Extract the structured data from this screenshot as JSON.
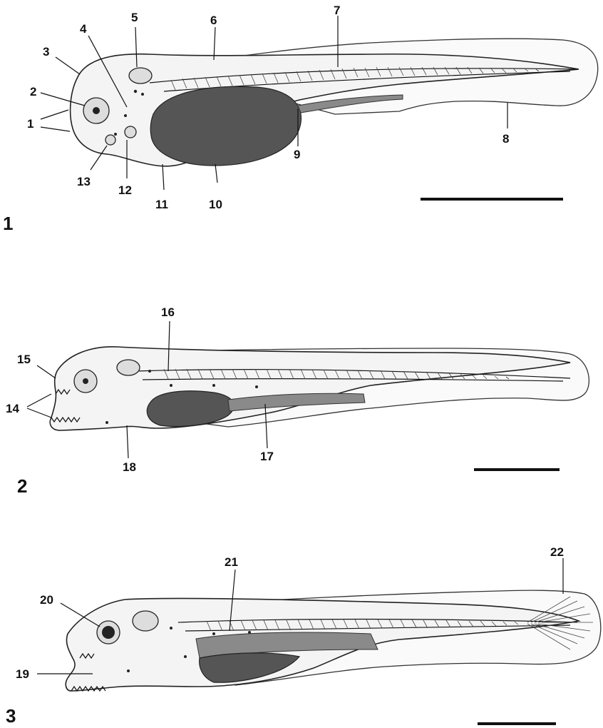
{
  "figures": [
    {
      "number": "1",
      "labels": [
        "1",
        "2",
        "3",
        "4",
        "5",
        "6",
        "7",
        "8",
        "9",
        "10",
        "11",
        "12",
        "13"
      ]
    },
    {
      "number": "2",
      "labels": [
        "14",
        "15",
        "16",
        "17",
        "18"
      ]
    },
    {
      "number": "3",
      "labels": [
        "19",
        "20",
        "21",
        "22"
      ]
    }
  ],
  "colors": {
    "ink": "#111111",
    "paper": "#ffffff",
    "yolk": "#555555"
  }
}
